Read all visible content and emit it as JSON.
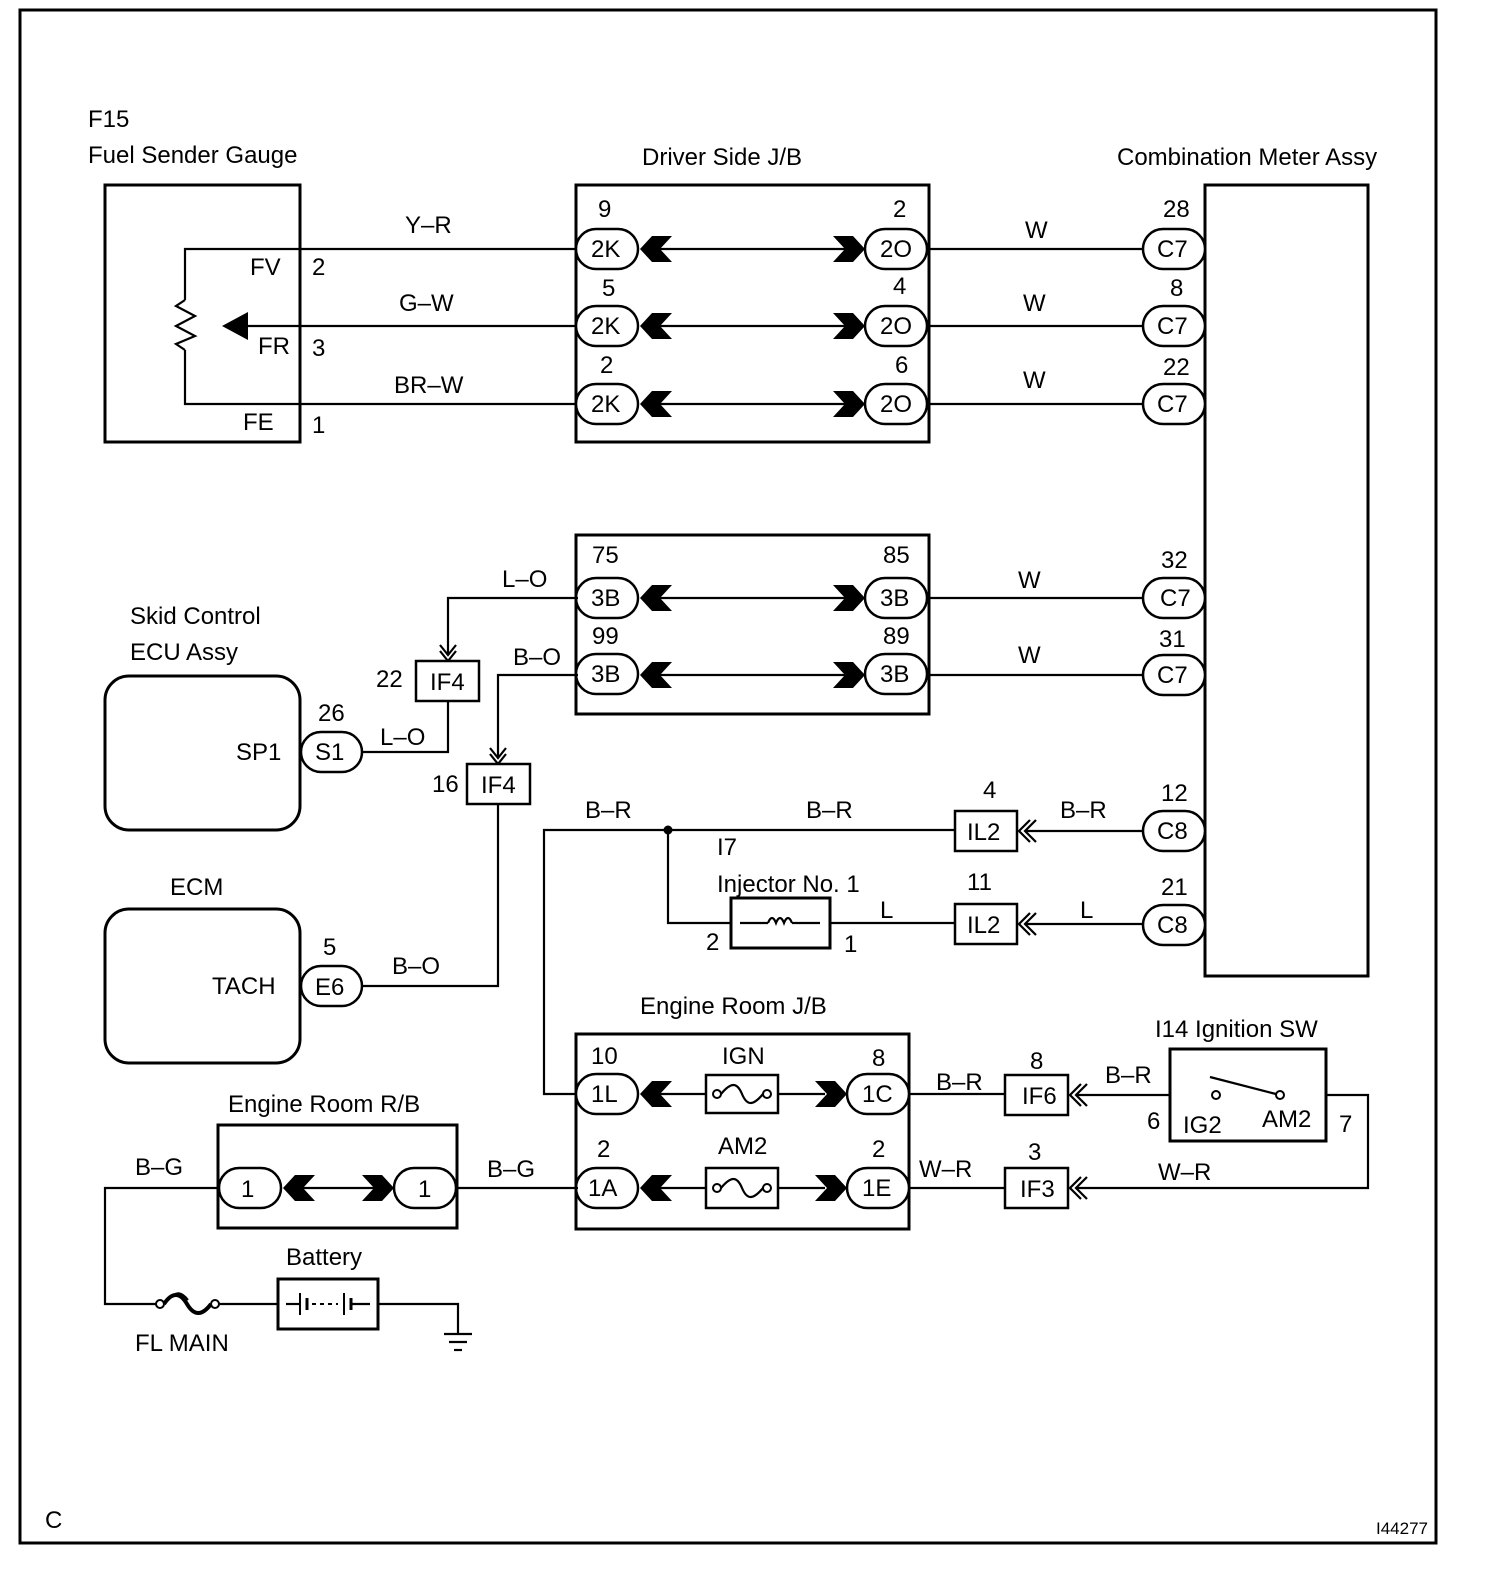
{
  "footer": {
    "left": "C",
    "right": "I44277"
  },
  "components": {
    "fuel_sender": {
      "id": "F15",
      "name": "Fuel Sender Gauge",
      "terminals": [
        "FV",
        "FR",
        "FE"
      ],
      "pins": [
        "2",
        "3",
        "1"
      ]
    },
    "driver_jb": {
      "name": "Driver Side J/B"
    },
    "combination_meter": {
      "name": "Combination Meter Assy"
    },
    "skid_ecu": {
      "name_line1": "Skid Control",
      "name_line2": "ECU Assy",
      "terminal": "SP1",
      "connector": "S1",
      "pin": "26"
    },
    "ecm": {
      "name": "ECM",
      "terminal": "TACH",
      "connector": "E6",
      "pin": "5"
    },
    "engine_room_jb": {
      "name": "Engine Room J/B",
      "fuses": [
        "IGN",
        "AM2"
      ]
    },
    "engine_room_rb": {
      "name": "Engine Room R/B"
    },
    "ignition_sw": {
      "name": "I14 Ignition SW",
      "terminals": [
        "IG2",
        "AM2"
      ],
      "pins": [
        "6",
        "7"
      ]
    },
    "injector": {
      "id": "I7",
      "name": "Injector No. 1",
      "pins": [
        "2",
        "1"
      ]
    },
    "battery": {
      "name": "Battery"
    },
    "fusible_link": {
      "name": "FL MAIN"
    }
  },
  "wire_colors": {
    "fv": "Y–R",
    "fr": "G–W",
    "fe": "BR–W",
    "meter_w": "W",
    "lo": "L–O",
    "bo": "B–O",
    "br": "B–R",
    "l": "L",
    "bg": "B–G",
    "wr": "W–R"
  },
  "connectors": {
    "jb_2k": [
      {
        "pin": "9",
        "name": "2K"
      },
      {
        "pin": "5",
        "name": "2K"
      },
      {
        "pin": "2",
        "name": "2K"
      }
    ],
    "jb_2o": [
      {
        "pin": "2",
        "name": "2O"
      },
      {
        "pin": "4",
        "name": "2O"
      },
      {
        "pin": "6",
        "name": "2O"
      }
    ],
    "meter_top": [
      {
        "pin": "28",
        "name": "C7"
      },
      {
        "pin": "8",
        "name": "C7"
      },
      {
        "pin": "22",
        "name": "C7"
      }
    ],
    "jb_3b_left": [
      {
        "pin": "75",
        "name": "3B"
      },
      {
        "pin": "99",
        "name": "3B"
      }
    ],
    "jb_3b_right": [
      {
        "pin": "85",
        "name": "3B"
      },
      {
        "pin": "89",
        "name": "3B"
      }
    ],
    "meter_mid": [
      {
        "pin": "32",
        "name": "C7"
      },
      {
        "pin": "31",
        "name": "C7"
      }
    ],
    "if4_a": {
      "pin": "22",
      "name": "IF4"
    },
    "if4_b": {
      "pin": "16",
      "name": "IF4"
    },
    "il2_a": {
      "pin": "4",
      "name": "IL2"
    },
    "il2_b": {
      "pin": "11",
      "name": "IL2"
    },
    "meter_c8": [
      {
        "pin": "12",
        "name": "C8"
      },
      {
        "pin": "21",
        "name": "C8"
      }
    ],
    "er_1l": {
      "pin": "10",
      "name": "1L"
    },
    "er_1c": {
      "pin": "8",
      "name": "1C"
    },
    "er_1a": {
      "pin": "2",
      "name": "1A"
    },
    "er_1e": {
      "pin": "2",
      "name": "1E"
    },
    "if6": {
      "pin": "8",
      "name": "IF6"
    },
    "if3": {
      "pin": "3",
      "name": "IF3"
    },
    "rb_left": {
      "name": "1"
    },
    "rb_right": {
      "name": "1"
    }
  }
}
